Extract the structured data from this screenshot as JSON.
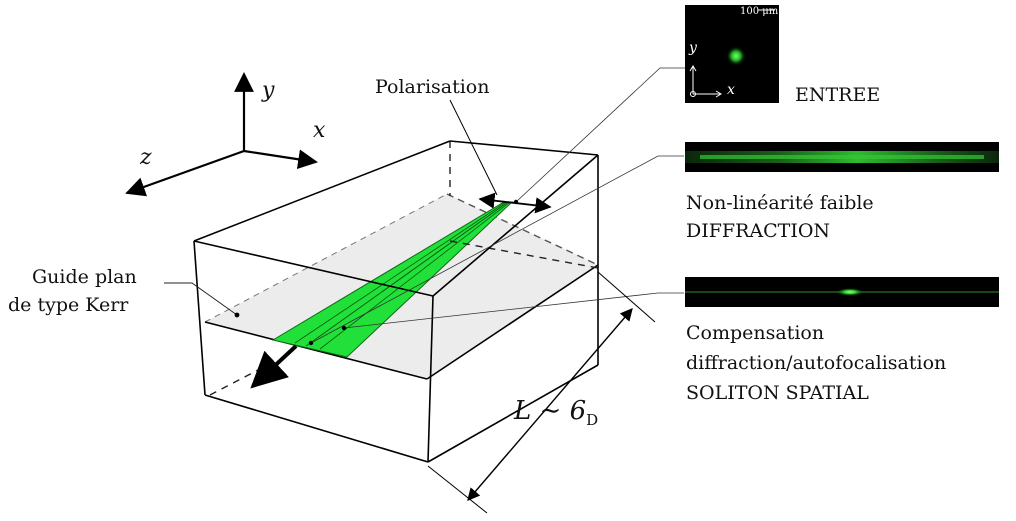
{
  "axes": {
    "y": "y",
    "x": "x",
    "z": "z"
  },
  "labels": {
    "polarisation": "Polarisation",
    "guide_line1": "Guide plan",
    "guide_line2": "de type Kerr",
    "length_prefix": "L ∼ 6",
    "length_symbol": "L",
    "length_sub": "D"
  },
  "panels": {
    "entree": {
      "label": "ENTREE",
      "scale": "100 μm",
      "axis_y": "y",
      "axis_x": "x"
    },
    "diffraction": {
      "line1": "Non-linéarité faible",
      "line2": "DIFFRACTION"
    },
    "soliton": {
      "line1": "Compensation",
      "line2": "diffraction/autofocalisation",
      "line3": "SOLITON SPATIAL"
    }
  },
  "colors": {
    "beam": "#22e03a",
    "beam_edge": "#0a6a12",
    "plane": "#ebebeb",
    "thumb_bg": "#000000",
    "glow": "#34ff3a"
  }
}
